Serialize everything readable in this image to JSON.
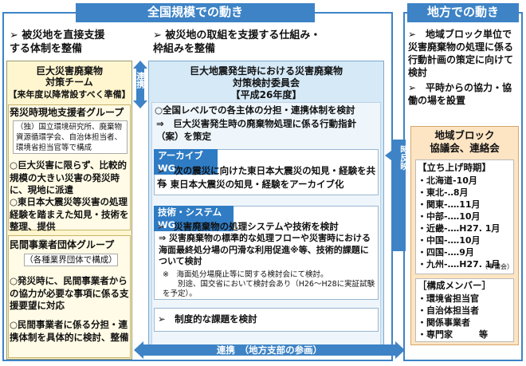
{
  "headers": {
    "national": "全国規模での動き",
    "regional": "地方での動き"
  },
  "col1": {
    "bullet": "➢ 被災地を直接支援\nする体制を整備",
    "team": {
      "title1": "巨大災害廃棄物",
      "title2": "対策チーム",
      "sub": "【来年度以降常設すべく準備】"
    },
    "support_group": {
      "title": "発災時現地支援者グループ",
      "note": "（独）国立環境研究所、廃棄物資源循環学会、自治体担当者、環境省担当官等で構成",
      "item1": "○巨大災害に限らず、比較的規模の大きい災害の発災時に、現地に派遣",
      "item2": "○東日本大震災等災害の処理経験を踏まえた知見・技術を整理、提供"
    },
    "private_group": {
      "title": "民間事業者団体グループ",
      "note": "（各種業界団体で構成）",
      "item1": "○発災時に、民間事業者からの協力が必要な事項に係る支援要望に対応",
      "item2": "○民間事業者に係る分担・連携体制を具体的に検討、整備"
    }
  },
  "link_label": "連携",
  "col2": {
    "bullet": "➢ 被災地の取組を支援する仕組み・\n枠組みを整備",
    "committee": {
      "line1": "巨大地震発生時における災害廃棄物",
      "line2": "対策検討委員会",
      "line3": "【平成26年度】"
    },
    "main_item": "○全国レベルでの各主体の分担・連携体制を検討",
    "main_sub": "⇒　巨大災害発生時の廃棄物処理に係る行動指針（案）を策定",
    "archive_wg": {
      "title": "アーカイブWG",
      "item1": "➢　次の震災に向けた東日本大震災の知見・経験を共有",
      "item2": "⇒ 東日本大震災の知見・経験をアーカイブ化"
    },
    "tech_wg": {
      "title": "技術・システムWG",
      "item1": "➢　災害廃棄物の処理システムや技術を検討",
      "item2": "⇒ 災害廃棄物の標準的な処理フローや災害時における海面最終処分場の円滑な利用促進※等、技術的課題について検討",
      "note": "※　海面処分場廃止等に関する検討会にて検討。\n　　別途、国交省において検討会あり（H26～H28に実証試験を予定）。"
    },
    "institutional": "➢　制度的な課題を検討"
  },
  "side_arrow": "各地の知見・ニーズ等を随時反映",
  "col3": {
    "bullet1": "➢　地域ブロック単位で災害廃棄物の処理に係る行動計画の策定に向けて検討",
    "bullet2": "➢　平時からの協力・協働の場を設置",
    "block": {
      "title1": "地域ブロック",
      "title2": "協議会、連絡会",
      "launch_title": "【立ち上げ時期】",
      "launch": [
        "・北海道-10月",
        "・東北-‥8月",
        "・関東-‥‥11月",
        "・中部-‥‥10月",
        "・近畿-‥‥H27. 1月",
        "・中国-‥‥10月",
        "・四国-‥‥9月",
        "・九州-‥‥H27. 1月"
      ],
      "launch_note": "（準備会）",
      "members_title": "［構成メンバー］",
      "members": [
        "・環境省担当官",
        "・自治体担当者",
        "・関係事業者",
        "・専門家　　　等"
      ]
    }
  },
  "bottom_link": "連携　（地方支部の参画）",
  "colors": {
    "header_blue": "#3d83c6",
    "yellow_box": "#fff6cf",
    "blue_box": "#d5e9f7",
    "wg_blue": "#2f7cc4"
  }
}
